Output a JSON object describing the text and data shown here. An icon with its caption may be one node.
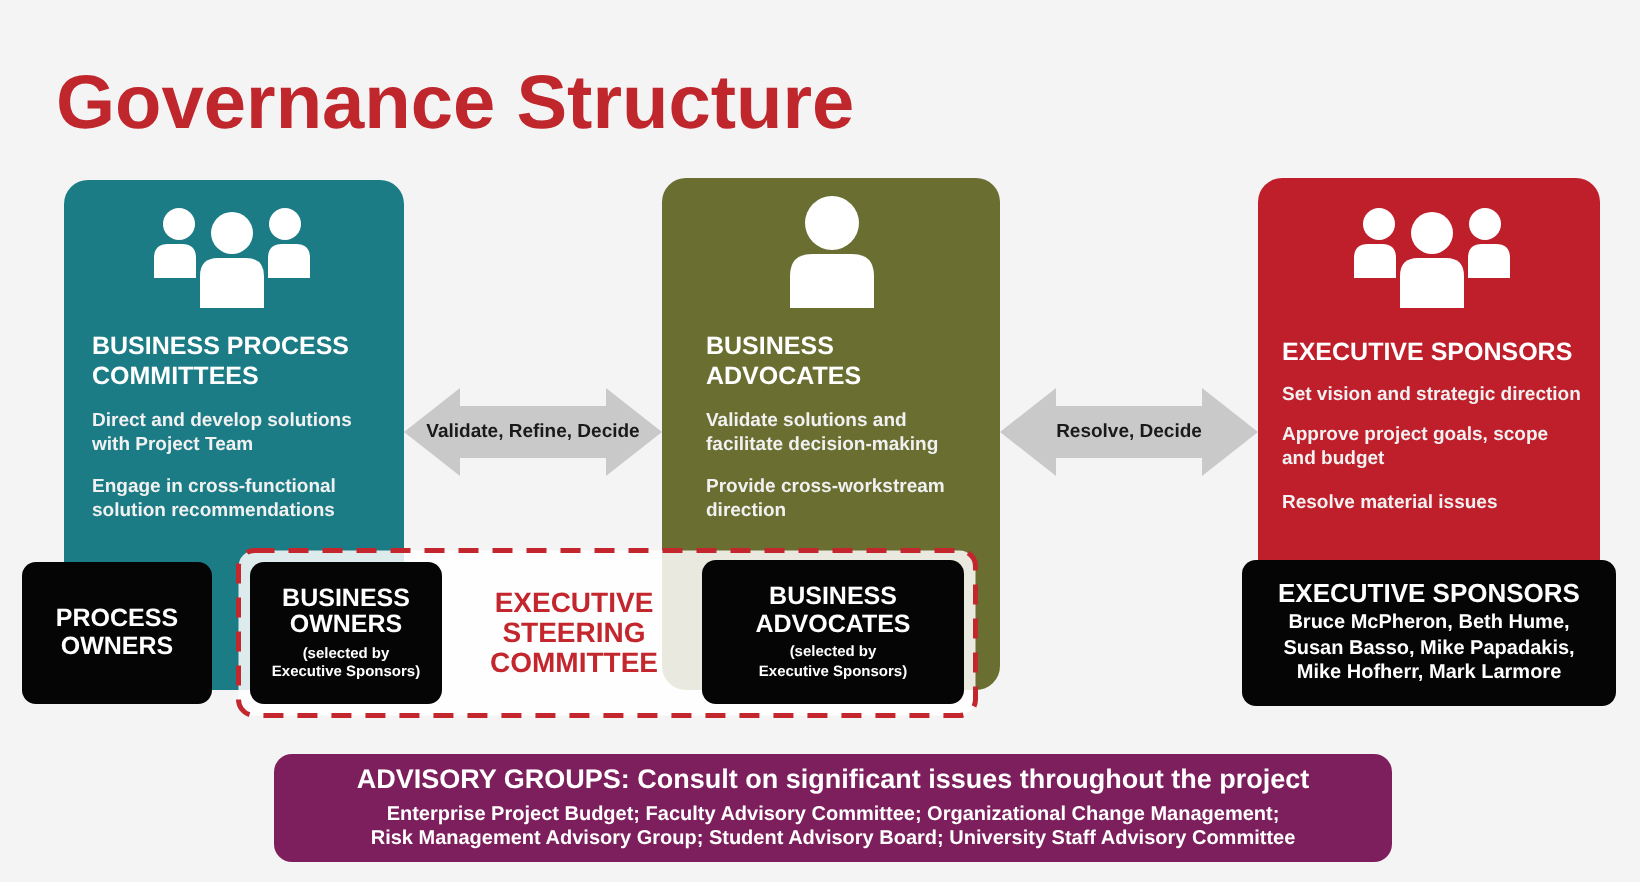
{
  "diagram": {
    "title": "Governance Structure",
    "nodes": [
      {
        "text": [
          "BUSINESS PROCESS COMMITTEES",
          "Direct and develop solutions with Project Team",
          "Engage in cross-functional solution recommendations"
        ]
      },
      {
        "text": [
          "BUSINESS ADVOCATES",
          "Validate solutions and facilitate decision-making",
          "Provide cross-workstream direction"
        ]
      },
      {
        "text": [
          "EXECUTIVE SPONSORS",
          "Set vision and strategic direction",
          "Approve project goals, scope and budget",
          "Resolve material issues"
        ]
      },
      {
        "text": [
          "PROCESS OWNERS"
        ]
      },
      {
        "text": [
          "EXECUTIVE STEERING COMMITTEE"
        ]
      },
      {
        "text": [
          "BUSINESS OWNERS",
          "(selected by Executive Sponsors)"
        ],
        "in": 4
      },
      {
        "text": [
          "BUSINESS ADVOCATES",
          "(selected by Executive Sponsors)"
        ],
        "in": 4
      },
      {
        "text": [
          "EXECUTIVE SPONSORS",
          "Bruce McPheron, Beth Hume, Susan Basso, Mike Papadakis, Mike Hofherr, Mark Larmore"
        ]
      },
      {
        "text": [
          "ADVISORY GROUPS: Consult on significant issues throughout the project",
          "Enterprise Project Budget; Faculty Advisory Committee; Organizational Change Management; Risk Management Advisory Group; Student Advisory Board; University Staff Advisory Committee"
        ]
      }
    ],
    "edges": [
      {
        "from": 0,
        "to": 1,
        "arrow": "both",
        "label": "Validate, Refine, Decide"
      },
      {
        "from": 1,
        "to": 2,
        "arrow": "both",
        "label": "Resolve, Decide"
      }
    ]
  }
}
